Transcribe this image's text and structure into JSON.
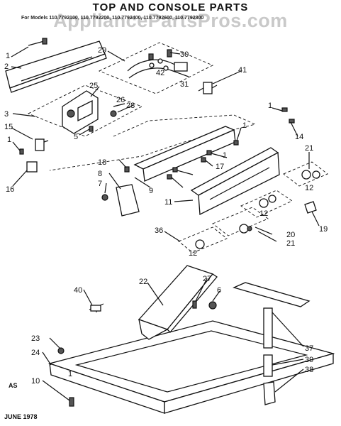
{
  "header": {
    "title": "TOP AND CONSOLE PARTS",
    "models": "For Models 110.7792100, 110.7792200, 110.7792400, 110.7792600, 110.7792800",
    "watermark": "AppliancePartsPros.com"
  },
  "footer": {
    "code": "AS",
    "date": "JUNE 1978"
  },
  "callouts": [
    "1",
    "2",
    "29",
    "30",
    "42",
    "31",
    "41",
    "25",
    "26",
    "28",
    "3",
    "5",
    "15",
    "1",
    "16",
    "1",
    "14",
    "1",
    "17",
    "1",
    "21",
    "12",
    "18",
    "8",
    "7",
    "9",
    "11",
    "12",
    "20",
    "19",
    "36",
    "12",
    "21",
    "40",
    "22",
    "27",
    "6",
    "37",
    "39",
    "38",
    "23",
    "24",
    "1",
    "10"
  ]
}
